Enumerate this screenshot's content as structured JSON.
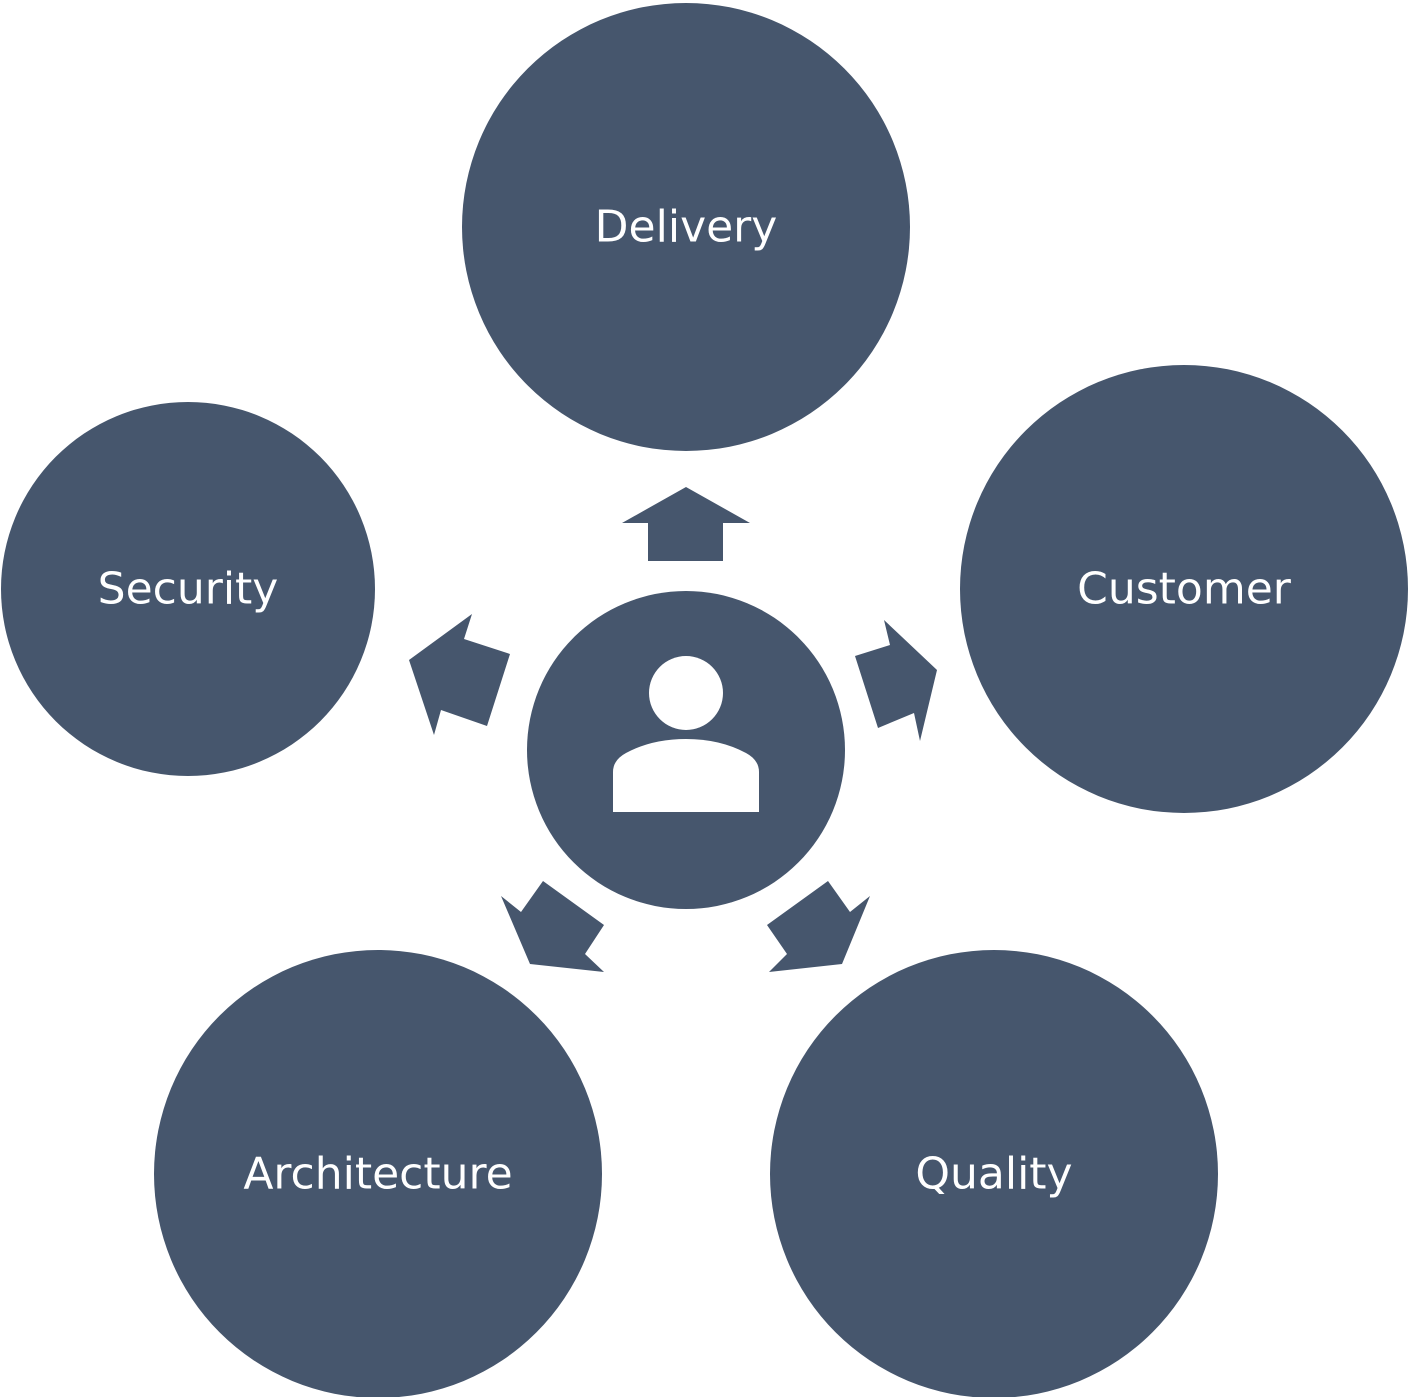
{
  "colors": {
    "shape_fill": "#46566d",
    "label_text": "#ffffff",
    "icon": "#ffffff",
    "background": "#ffffff"
  },
  "center": {
    "icon": "user-icon"
  },
  "nodes": [
    {
      "id": "delivery",
      "label": "Delivery"
    },
    {
      "id": "customer",
      "label": "Customer"
    },
    {
      "id": "quality",
      "label": "Quality"
    },
    {
      "id": "architecture",
      "label": "Architecture"
    },
    {
      "id": "security",
      "label": "Security"
    }
  ],
  "arrows": [
    {
      "target": "delivery",
      "icon": "arrow-up-icon"
    },
    {
      "target": "customer",
      "icon": "arrow-right-icon"
    },
    {
      "target": "quality",
      "icon": "arrow-down-right-icon"
    },
    {
      "target": "architecture",
      "icon": "arrow-down-left-icon"
    },
    {
      "target": "security",
      "icon": "arrow-left-icon"
    }
  ]
}
